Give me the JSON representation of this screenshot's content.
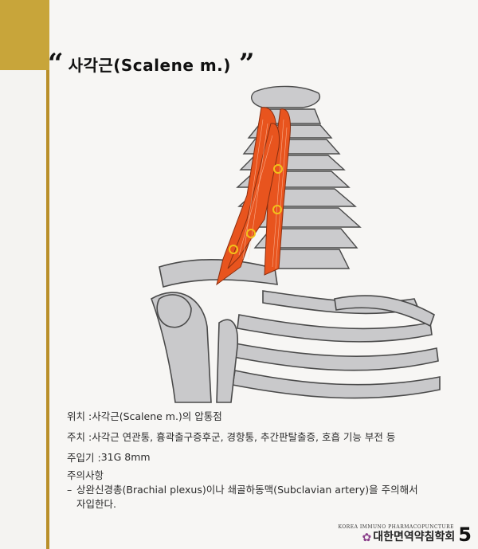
{
  "title": {
    "quote_open": "“",
    "text": "사각근(Scalene m.)",
    "quote_close": "”"
  },
  "info": {
    "location_label": "위치 : ",
    "location_value": "사각근(Scalene m.)의 압통점",
    "indication_label": "주치 : ",
    "indication_value": "사각근 연관통, 흉곽출구증후군, 경항통, 추간판탈출증, 호흡 기능 부전 등",
    "dosage_label": "주입기 : ",
    "dosage_value": "31G 8mm",
    "precaution_label": "주의사항",
    "precaution_dash": "–",
    "precaution_line1": "상완신경총(Brachial plexus)이나 쇄골하동맥(Subclavian artery)을 주의해서",
    "precaution_line2": "자입한다."
  },
  "footer": {
    "small_text": "KOREA IMMUNO PHARMACOPUNCTURE",
    "logo_text": "대한면역약침학회",
    "page_number": "5"
  },
  "colors": {
    "gold": "#c8a53a",
    "muscle": "#e8541e",
    "bone": "#c9c9cb",
    "point": "#f2c21a"
  }
}
